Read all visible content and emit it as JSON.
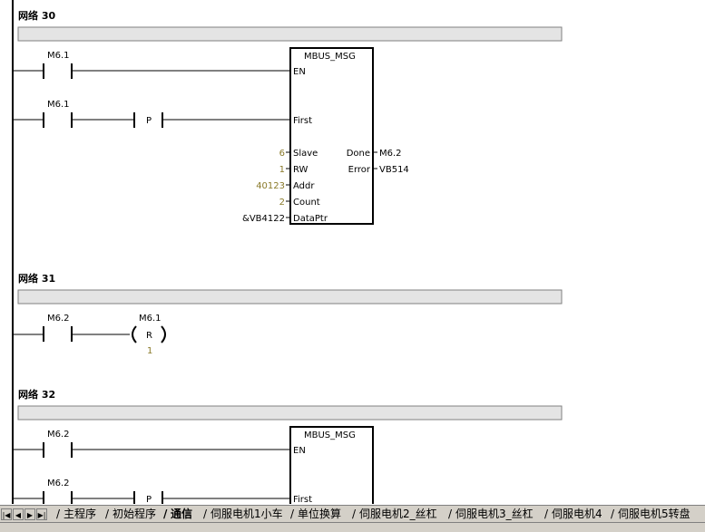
{
  "networks": [
    {
      "title": "网络 30",
      "rungs": [
        {
          "contact": "M6.1",
          "coil": "",
          "coil_label": "",
          "coil_value": ""
        },
        {
          "contact": "M6.1",
          "edge": "P"
        }
      ],
      "block": {
        "name": "MBUS_MSG",
        "inputs": [
          {
            "pin": "EN",
            "value": ""
          },
          {
            "pin": "First",
            "value": ""
          },
          {
            "pin": "Slave",
            "value": "6"
          },
          {
            "pin": "RW",
            "value": "1"
          },
          {
            "pin": "Addr",
            "value": "40123"
          },
          {
            "pin": "Count",
            "value": "2"
          },
          {
            "pin": "DataPtr",
            "value": "&VB4122"
          }
        ],
        "outputs": [
          {
            "pin": "Done",
            "value": "M6.2"
          },
          {
            "pin": "Error",
            "value": "VB514"
          }
        ]
      }
    },
    {
      "title": "网络 31",
      "rungs": [
        {
          "contact": "M6.2",
          "coil_address": "M6.1",
          "coil_type": "R",
          "coil_count": "1"
        }
      ]
    },
    {
      "title": "网络 32",
      "rungs": [
        {
          "contact": "M6.2"
        },
        {
          "contact": "M6.2",
          "edge": "P"
        }
      ],
      "block": {
        "name": "MBUS_MSG",
        "inputs": [
          {
            "pin": "EN",
            "value": ""
          },
          {
            "pin": "First",
            "value": ""
          }
        ]
      }
    }
  ],
  "tabs": [
    {
      "label": "主程序",
      "active": false
    },
    {
      "label": "初始程序",
      "active": false
    },
    {
      "label": "通信",
      "active": true
    },
    {
      "label": "伺服电机1小车",
      "active": false
    },
    {
      "label": "单位换算",
      "active": false
    },
    {
      "label": "伺服电机2_丝杠",
      "active": false
    },
    {
      "label": "伺服电机3_丝杠",
      "active": false
    },
    {
      "label": "伺服电机4",
      "active": false
    },
    {
      "label": "伺服电机5转盘",
      "active": false
    }
  ],
  "colors": {
    "param_text": "#8a7a2a",
    "comment_bar": "#e4e4e4",
    "tab_bar": "#d4d0c8"
  },
  "icons": [
    "first-tab-icon",
    "prev-tab-icon",
    "next-tab-icon",
    "last-tab-icon"
  ]
}
